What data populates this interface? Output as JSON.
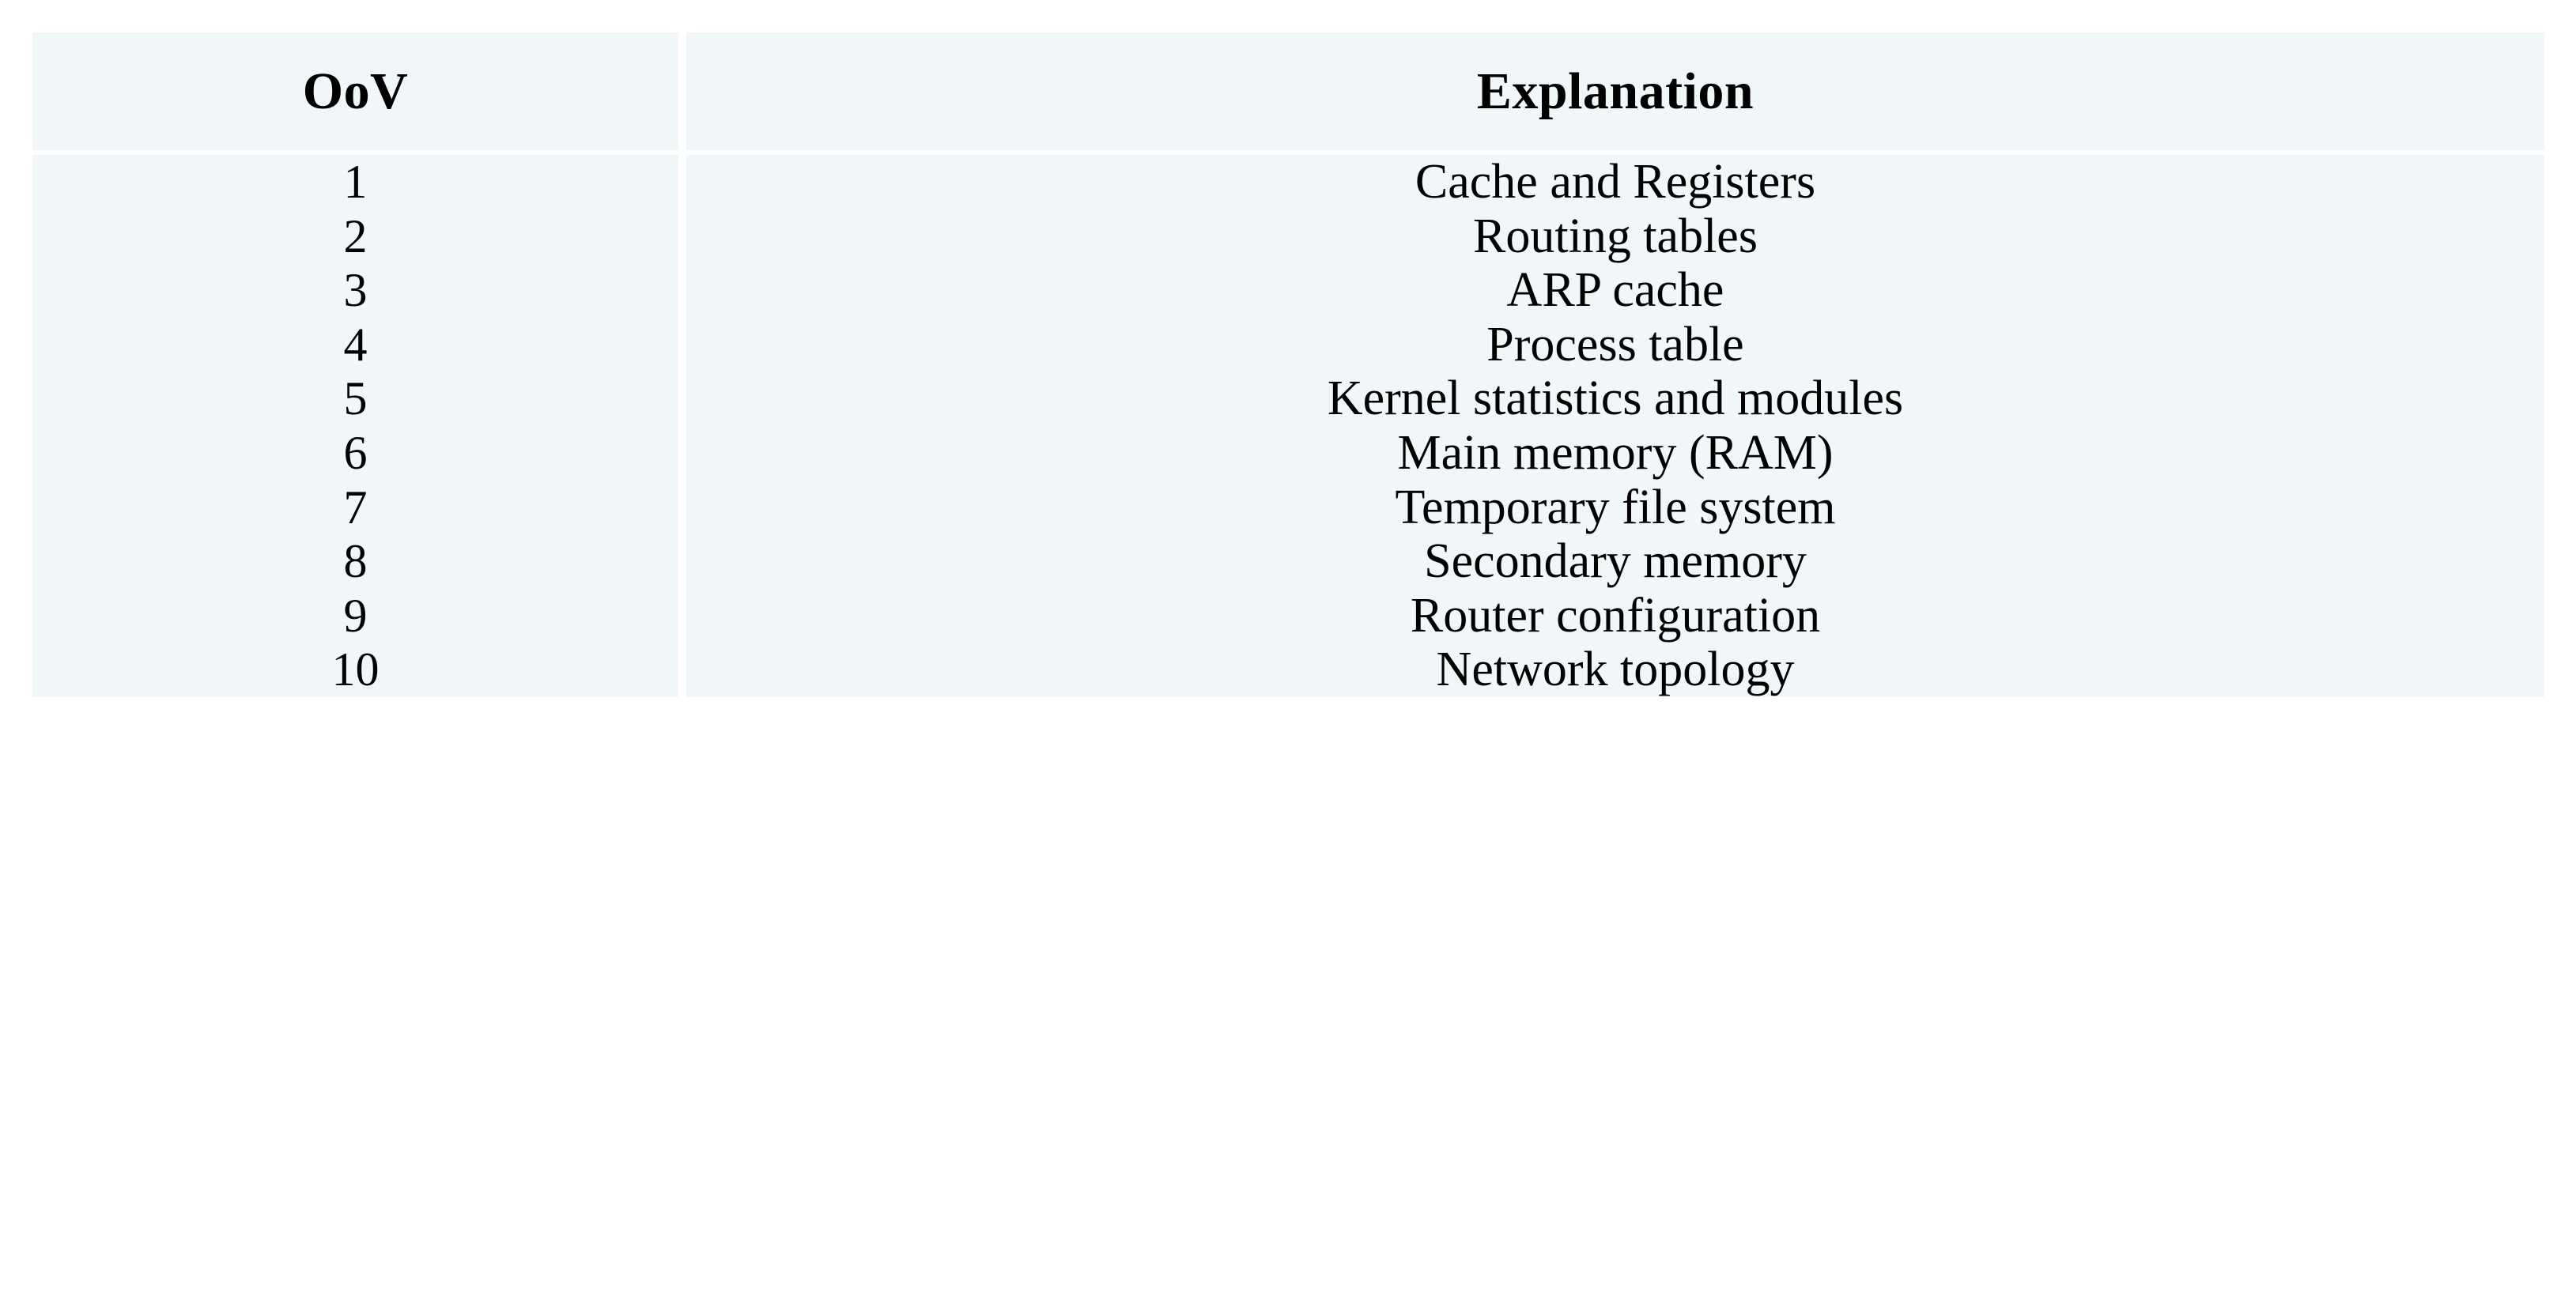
{
  "table": {
    "columns": [
      {
        "key": "oov",
        "header": "OoV"
      },
      {
        "key": "explanation",
        "header": "Explanation"
      }
    ],
    "rows": [
      {
        "oov": "1",
        "explanation": "Cache and Registers"
      },
      {
        "oov": "2",
        "explanation": "Routing tables"
      },
      {
        "oov": "3",
        "explanation": "ARP cache"
      },
      {
        "oov": "4",
        "explanation": "Process table"
      },
      {
        "oov": "5",
        "explanation": "Kernel statistics and modules"
      },
      {
        "oov": "6",
        "explanation": "Main memory (RAM)"
      },
      {
        "oov": "7",
        "explanation": "Temporary file system"
      },
      {
        "oov": "8",
        "explanation": "Secondary memory"
      },
      {
        "oov": "9",
        "explanation": "Router configuration"
      },
      {
        "oov": "10",
        "explanation": "Network topology"
      }
    ],
    "colors": {
      "cell_background": "#f1f6f9",
      "page_background": "#ffffff",
      "text": "#000000",
      "rule": "#ffffff"
    }
  }
}
